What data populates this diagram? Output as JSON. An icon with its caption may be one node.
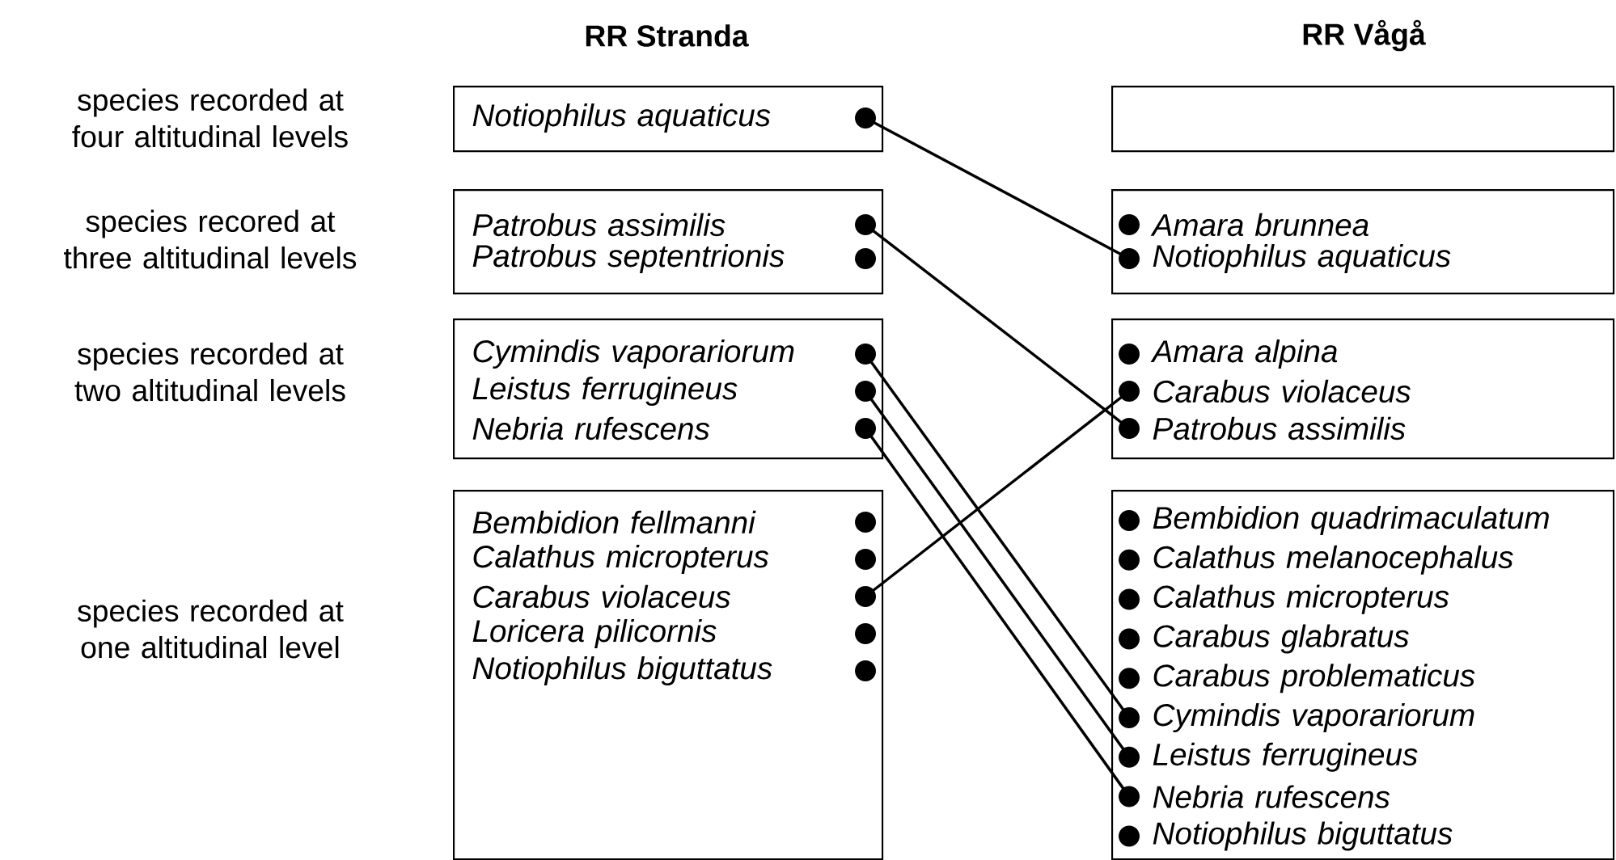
{
  "diagram": {
    "nodes": [
      {
        "text": [],
        "shape": "box"
      },
      {
        "text": [
          "*Notiophilus aquaticus*"
        ],
        "in": 0
      },
      {
        "text": [],
        "shape": "box"
      },
      {
        "text": [],
        "shape": "box"
      },
      {
        "text": [
          "*Patrobus assimilis*"
        ],
        "in": 3
      },
      {
        "text": [
          "*Patrobus septentrionis*"
        ],
        "in": 3
      },
      {
        "text": [],
        "shape": "box"
      },
      {
        "text": [
          "*Amara brunnea*"
        ],
        "in": 6
      },
      {
        "text": [
          "*Notiophilus aquaticus*"
        ],
        "in": 6
      },
      {
        "text": [],
        "shape": "box"
      },
      {
        "text": [
          "*Cymindis vaporariorum*"
        ],
        "in": 9
      },
      {
        "text": [
          "*Leistus ferrugineus*"
        ],
        "in": 9
      },
      {
        "text": [
          "*Nebria rufescens*"
        ],
        "in": 9
      },
      {
        "text": [],
        "shape": "box"
      },
      {
        "text": [
          "*Amara alpina*"
        ],
        "in": 13
      },
      {
        "text": [
          "*Carabus violaceus*"
        ],
        "in": 13
      },
      {
        "text": [
          "*Patrobus assimilis*"
        ],
        "in": 13
      },
      {
        "text": [],
        "shape": "box"
      },
      {
        "text": [
          "*Bembidion fellmanni*"
        ],
        "in": 17
      },
      {
        "text": [
          "*Calathus micropterus*"
        ],
        "in": 17
      },
      {
        "text": [
          "*Carabus violaceus*"
        ],
        "in": 17
      },
      {
        "text": [
          "*Loricera pilicornis*"
        ],
        "in": 17
      },
      {
        "text": [
          "*Notiophilus biguttatus*"
        ],
        "in": 17
      },
      {
        "text": [],
        "shape": "box"
      },
      {
        "text": [
          "*Bembidion quadrimaculatum*"
        ],
        "in": 23
      },
      {
        "text": [
          "*Calathus melanocephalus*"
        ],
        "in": 23
      },
      {
        "text": [
          "*Calathus micropterus*"
        ],
        "in": 23
      },
      {
        "text": [
          "*Carabus glabratus*"
        ],
        "in": 23
      },
      {
        "text": [
          "*Carabus problematicus*"
        ],
        "in": 23
      },
      {
        "text": [
          "*Cymindis vaporariorum*"
        ],
        "in": 23
      },
      {
        "text": [
          "*Leistus ferrugineus*"
        ],
        "in": 23
      },
      {
        "text": [
          "*Nebria rufescens*"
        ],
        "in": 23
      },
      {
        "text": [
          "*Notiophilus biguttatus*"
        ],
        "in": 23
      }
    ],
    "edges": [
      {
        "from": 1,
        "to": 8,
        "arrow": "none"
      },
      {
        "from": 4,
        "to": 16,
        "arrow": "none"
      },
      {
        "from": 10,
        "to": 29,
        "arrow": "none"
      },
      {
        "from": 11,
        "to": 30,
        "arrow": "none"
      },
      {
        "from": 12,
        "to": 31,
        "arrow": "none"
      },
      {
        "from": 20,
        "to": 15,
        "arrow": "none"
      }
    ],
    "labels": [
      "RR Stranda",
      "RR Vågå",
      "species recorded at four altitudinal levels",
      "species recored at three altitudinal levels",
      "species recorded at two altitudinal levels",
      "species recorded at one altitudinal level"
    ]
  }
}
